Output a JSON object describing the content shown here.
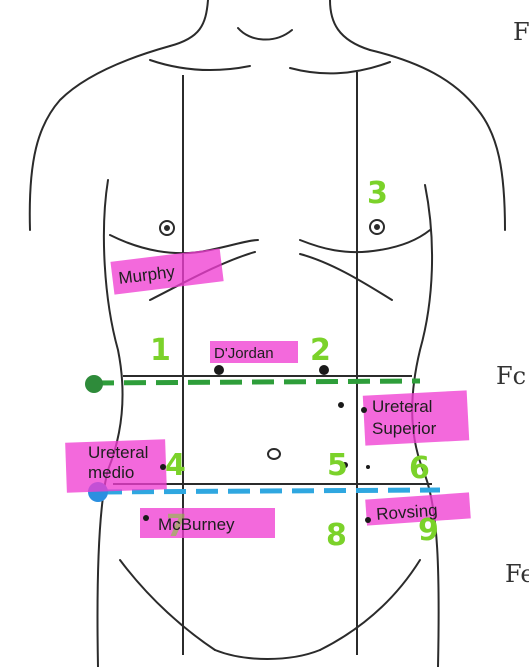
{
  "diagram": {
    "region_numbers": [
      {
        "value": "1"
      },
      {
        "value": "2"
      },
      {
        "value": "3"
      },
      {
        "value": "4"
      },
      {
        "value": "5"
      },
      {
        "value": "6"
      },
      {
        "value": "7"
      },
      {
        "value": "8"
      },
      {
        "value": "9"
      }
    ],
    "point_labels": [
      {
        "text": "Murphy"
      },
      {
        "text": "D'Jordan"
      },
      {
        "text": "Ureteral"
      },
      {
        "text": "Superior"
      },
      {
        "text": "Ureteral"
      },
      {
        "text": "medio"
      },
      {
        "text": "McBurney"
      },
      {
        "text": "Rovsing"
      }
    ],
    "edge_marks": [
      {
        "text": "F"
      },
      {
        "text": "Fc"
      },
      {
        "text": "Fe"
      }
    ],
    "colors": {
      "region_number": "#7bd22a",
      "highlighter": "#f03fd2",
      "upper_plane_line": "#2e9e3a",
      "lower_plane_line": "#2fa7e0",
      "ink": "#2b2b2b"
    }
  }
}
